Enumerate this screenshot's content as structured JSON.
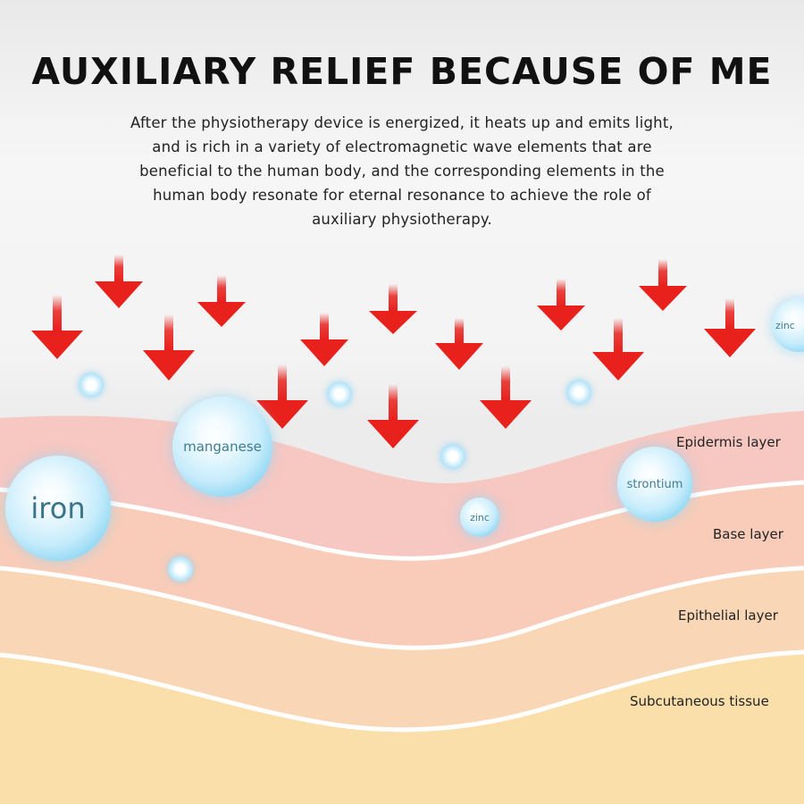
{
  "title": "AUXILIARY RELIEF BECAUSE OF ME",
  "description": [
    "After the physiotherapy device is energized, it heats up and emits light,",
    "and is rich in a variety of electromagnetic wave elements that are",
    "beneficial to the human body, and the corresponding elements in the",
    "human body resonate for eternal resonance to achieve the role of",
    "auxiliary physiotherapy."
  ],
  "layers": {
    "epidermis": "Epidermis layer",
    "base": "Base layer",
    "epithelial": "Epithelial layer",
    "subcutaneous": "Subcutaneous tissue"
  },
  "elements": {
    "iron": "iron",
    "manganese": "manganese",
    "strontium": "strontium",
    "zinc_center": "zinc",
    "zinc_edge": "zinc"
  },
  "colors": {
    "arrow": "#e8211d",
    "epidermis": "#f8c9c3",
    "base": "#f9cdb8",
    "epithelial": "#fad8b4",
    "subcutaneous": "#fbe0a9",
    "bubble_text": "#3f7c92"
  }
}
